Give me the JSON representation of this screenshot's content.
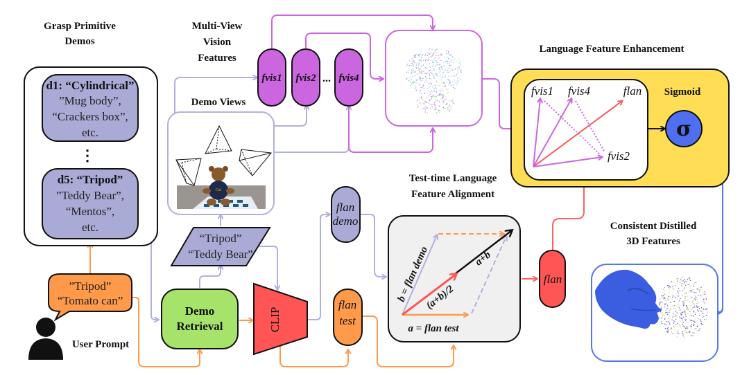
{
  "colors": {
    "demo_purple": "#aaaad6",
    "vis_magenta": "#cc66e0",
    "orange": "#ff9a4a",
    "red": "#ff5555",
    "green": "#a6e36a",
    "yellow": "#ffdd55",
    "blue": "#4f6ef0",
    "light_purple_line": "#b0b0e0",
    "magenta_line": "#cc66e0",
    "orange_line": "#ff9a4a",
    "red_line": "#ff6060",
    "blue_line": "#5577ee",
    "gray_fill": "#f0f0f0"
  },
  "sections": {
    "grasp_primitive_demos": {
      "line1": "Grasp Primitive",
      "line2": "Demos"
    },
    "multi_view": {
      "line1": "Multi-View",
      "line2": "Vision",
      "line3": "Features"
    },
    "demo_views": "Demo Views",
    "language_feature_enhancement": "Language Feature Enhancement",
    "test_time_alignment": {
      "line1": "Test-time Language",
      "line2": "Feature Alignment"
    },
    "consistent_features": {
      "line1": "Consistent Distilled",
      "line2": "3D Features"
    },
    "user_prompt": "User Prompt"
  },
  "demos": [
    {
      "title": "d1: “Cylindrical”",
      "lines": [
        "”Mug body”,",
        "“Crackers box”,",
        "etc."
      ]
    },
    {
      "title": "d5: “Tripod”",
      "lines": [
        "”Teddy Bear”,",
        "“Mentos”,",
        "etc."
      ]
    }
  ],
  "ellipsis_vertical": "⋮",
  "prompt_bubble": {
    "line1": "”Tripod”",
    "line2": "“Tomato can”"
  },
  "retrieved_text": {
    "line1": "“Tripod”",
    "line2": "“Teddy Bear”"
  },
  "demo_retrieval": {
    "line1": "Demo",
    "line2": "Retrieval"
  },
  "clip_label": "CLIP",
  "vis_features": [
    "fvis1",
    "fvis2",
    "fvis4"
  ],
  "vis_ellipsis": "...",
  "flan_demo": {
    "line1": "flan",
    "line2": "demo"
  },
  "flan_test": {
    "line1": "flan",
    "line2": "test"
  },
  "flan_out": "flan",
  "alignment": {
    "b_label": "b = flan demo",
    "a_label": "a = flan test",
    "sum_label": "a+b",
    "half_label": "(a+b)/2"
  },
  "enhancement": {
    "labels": [
      "fvis1",
      "fvis4",
      "flan",
      "fvis2"
    ],
    "sigmoid_label": "Sigmoid",
    "sigma": "σ"
  }
}
